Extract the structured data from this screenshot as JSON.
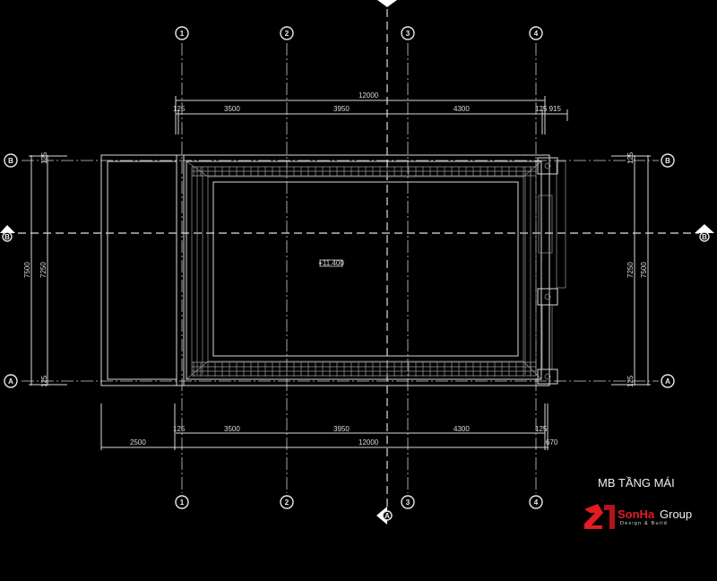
{
  "drawing": {
    "title": "MB TẦNG MÁI",
    "elevation_label": "+11.400",
    "grid_columns": [
      "1",
      "2",
      "3",
      "4"
    ],
    "grid_rows": [
      "B",
      "A"
    ],
    "section_marks": {
      "horizontal": "B",
      "vertical": "A"
    },
    "dims_top": {
      "overall": "12000",
      "segments": [
        "125",
        "3500",
        "3950",
        "4300",
        "125 915"
      ]
    },
    "dims_bottom": {
      "overall": "12000",
      "left": "2500",
      "right": "670",
      "segments": [
        "125",
        "3500",
        "3950",
        "4300",
        "125"
      ]
    },
    "dims_left": {
      "outer": "7500",
      "inner": "7250",
      "top": "125",
      "bottom": "125"
    },
    "dims_right": {
      "outer": "7500",
      "inner": "7250",
      "top": "125",
      "bottom": "125"
    }
  },
  "logo": {
    "brand": "SonHa",
    "group": "Group",
    "tagline": "Design & Build",
    "brand_color": "#e31b23"
  }
}
